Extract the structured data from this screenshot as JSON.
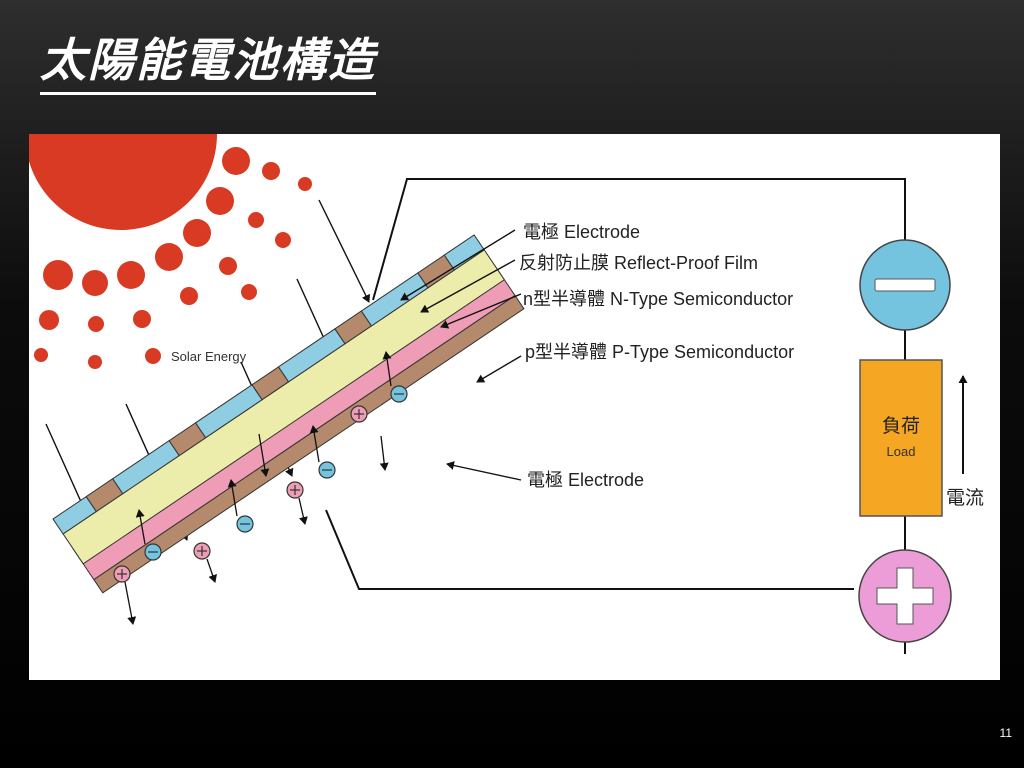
{
  "slide": {
    "title": "太陽能電池構造",
    "page_number": "11"
  },
  "diagram": {
    "labels": {
      "top_electrode": "電極 Electrode",
      "reflect_film": "反射防止膜 Reflect-Proof Film",
      "n_type": "n型半導體 N-Type Semiconductor",
      "p_type": "p型半導體 P-Type Semiconductor",
      "bottom_electrode": "電極 Electrode",
      "solar_energy": "Solar Energy",
      "load_cn": "負荷",
      "load_en": "Load",
      "current": "電流"
    },
    "colors": {
      "sun": "#d93a23",
      "electrode": "#b58a6c",
      "film": "#8fcde2",
      "n_layer": "#ecedaa",
      "p_layer": "#ef9db6",
      "load": "#f5a623",
      "minus_circle": "#74c4df",
      "plus_circle": "#ec9dd8"
    },
    "icons": {
      "negative_terminal": "minus-icon",
      "positive_terminal": "plus-icon"
    }
  }
}
